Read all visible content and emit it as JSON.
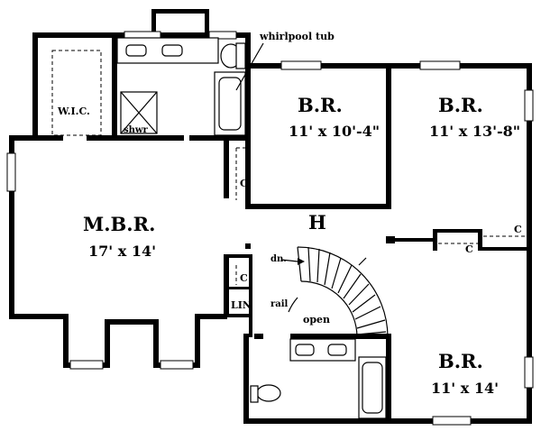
{
  "labels": {
    "wic": "W.I.C.",
    "shwr": "shwr",
    "whirlpool": "whirlpool tub",
    "br1_name": "B.R.",
    "br1_dim": "11' x 10'-4\"",
    "br2_name": "B.R.",
    "br2_dim": "11' x 13'-8\"",
    "mbr_name": "M.B.R.",
    "mbr_dim": "17' x 14'",
    "hall": "H",
    "closet_br1": "C",
    "closet_hall": "C",
    "closet_br2_a": "C",
    "closet_br2_b": "C",
    "linen": "LIN",
    "dn": "dn.",
    "rail": "rail",
    "open": "open",
    "br3_name": "B.R.",
    "br3_dim": "11' x 14'"
  }
}
